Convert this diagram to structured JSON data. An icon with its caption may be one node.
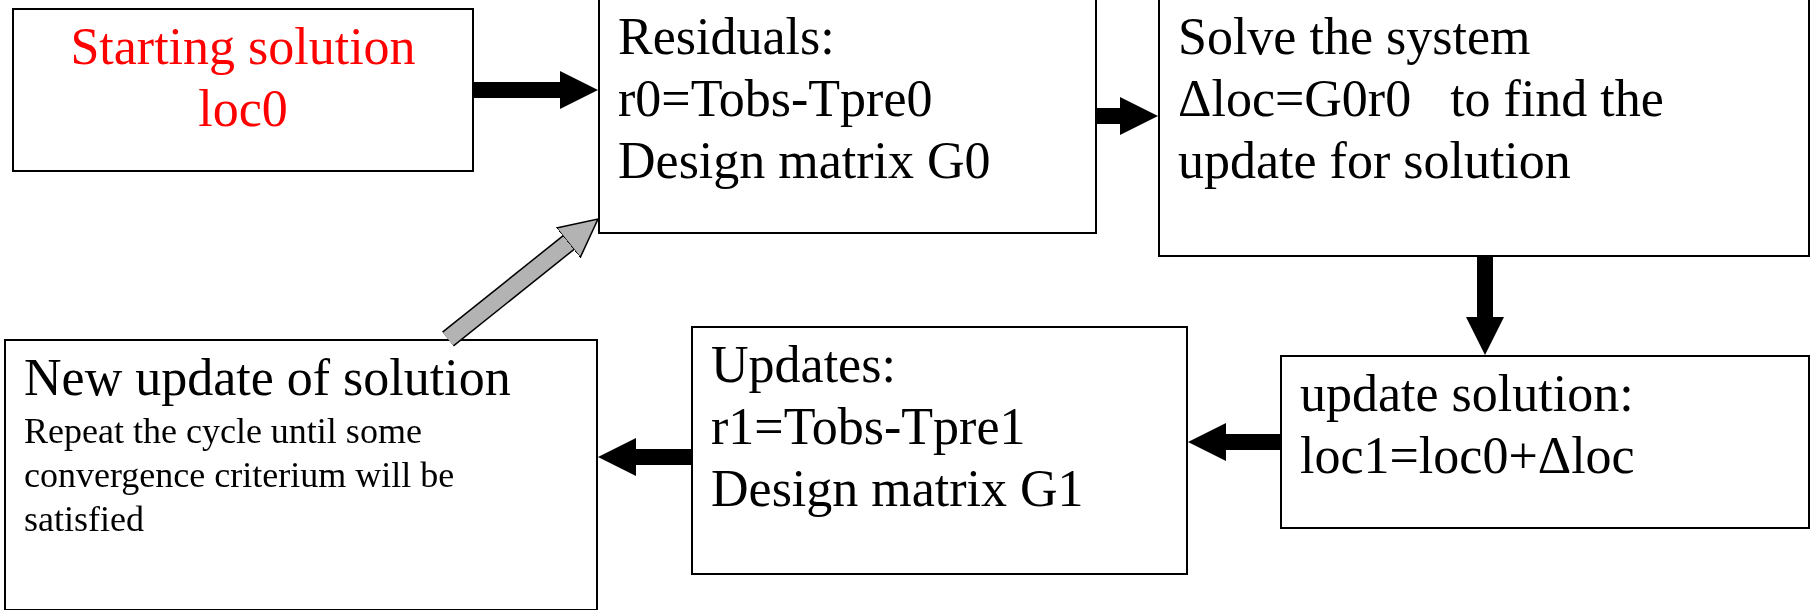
{
  "diagram": {
    "nodes": [
      {
        "text": [
          "Starting solution loc0"
        ]
      },
      {
        "text": [
          "Residuals:",
          "r0=Tobs-Tpre0",
          "Design matrix G0"
        ]
      },
      {
        "text": [
          "Solve the system",
          "Δloc=G0r0   to find the",
          "update for solution"
        ]
      },
      {
        "text": [
          "update solution:",
          "loc1=loc0+Δloc"
        ]
      },
      {
        "text": [
          "Updates:",
          "r1=Tobs-Tpre1",
          "Design matrix G1"
        ]
      },
      {
        "text": [
          "New update of solution",
          "Repeat the cycle until some convergence criterium will be satisfied"
        ]
      }
    ],
    "edges": [
      {
        "from": 0,
        "to": 1,
        "arrow": "to"
      },
      {
        "from": 1,
        "to": 2,
        "arrow": "to"
      },
      {
        "from": 2,
        "to": 3,
        "arrow": "to"
      },
      {
        "from": 3,
        "to": 4,
        "arrow": "to"
      },
      {
        "from": 4,
        "to": 5,
        "arrow": "to"
      },
      {
        "from": 5,
        "to": 1,
        "arrow": "to",
        "color": "#b3b3b3"
      }
    ]
  }
}
